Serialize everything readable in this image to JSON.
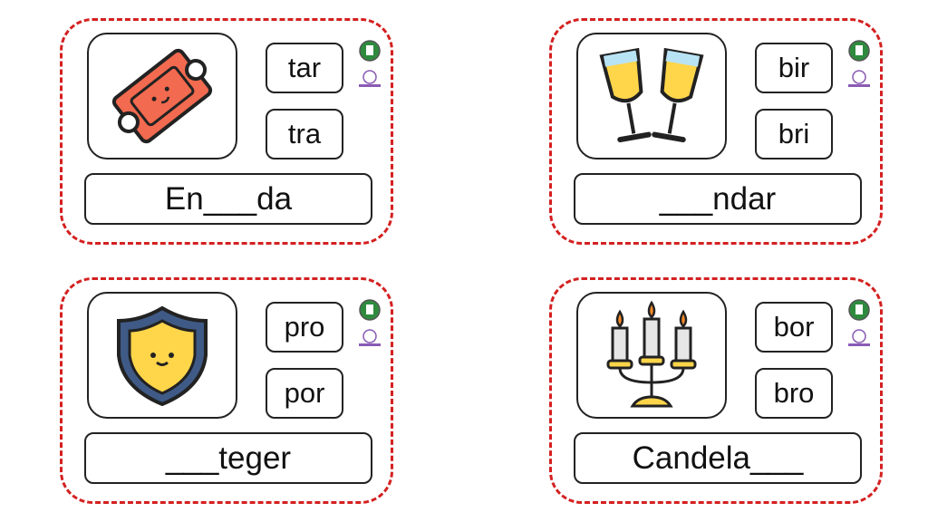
{
  "cards": [
    {
      "image": "ticket-icon",
      "options": [
        "tar",
        "tra"
      ],
      "word": "En___da"
    },
    {
      "image": "champagne-icon",
      "options": [
        "bir",
        "bri"
      ],
      "word": "___ndar"
    },
    {
      "image": "shield-icon",
      "options": [
        "pro",
        "por"
      ],
      "word": "___teger"
    },
    {
      "image": "candelabra-icon",
      "options": [
        "bor",
        "bro"
      ],
      "word": "Candela___"
    }
  ],
  "colors": {
    "dashed_border": "#d42020",
    "badge": "#2e8b3e"
  },
  "logo_icon": "orientacion-andujar-logo-icon"
}
